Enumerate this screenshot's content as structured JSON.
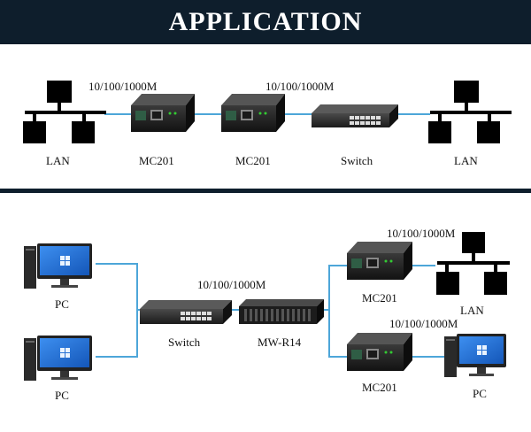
{
  "banner": {
    "title": "APPLICATION"
  },
  "top": {
    "lan_left": "LAN",
    "mc201_a": "MC201",
    "mc201_b": "MC201",
    "switch": "Switch",
    "lan_right": "LAN",
    "speed_a": "10/100/1000M",
    "speed_b": "10/100/1000M"
  },
  "bottom": {
    "pc_top": "PC",
    "pc_bottom": "PC",
    "switch": "Switch",
    "rack": "MW-R14",
    "speed_mid": "10/100/1000M",
    "mc201_top": "MC201",
    "mc201_bottom": "MC201",
    "speed_top_right": "10/100/1000M",
    "speed_bottom_right": "10/100/1000M",
    "lan": "LAN",
    "pc_right": "PC"
  },
  "colors": {
    "banner": "#0e1e2c",
    "link": "#4da6d9",
    "device": "#1f1f1f",
    "screen": "#1f6fd0"
  }
}
